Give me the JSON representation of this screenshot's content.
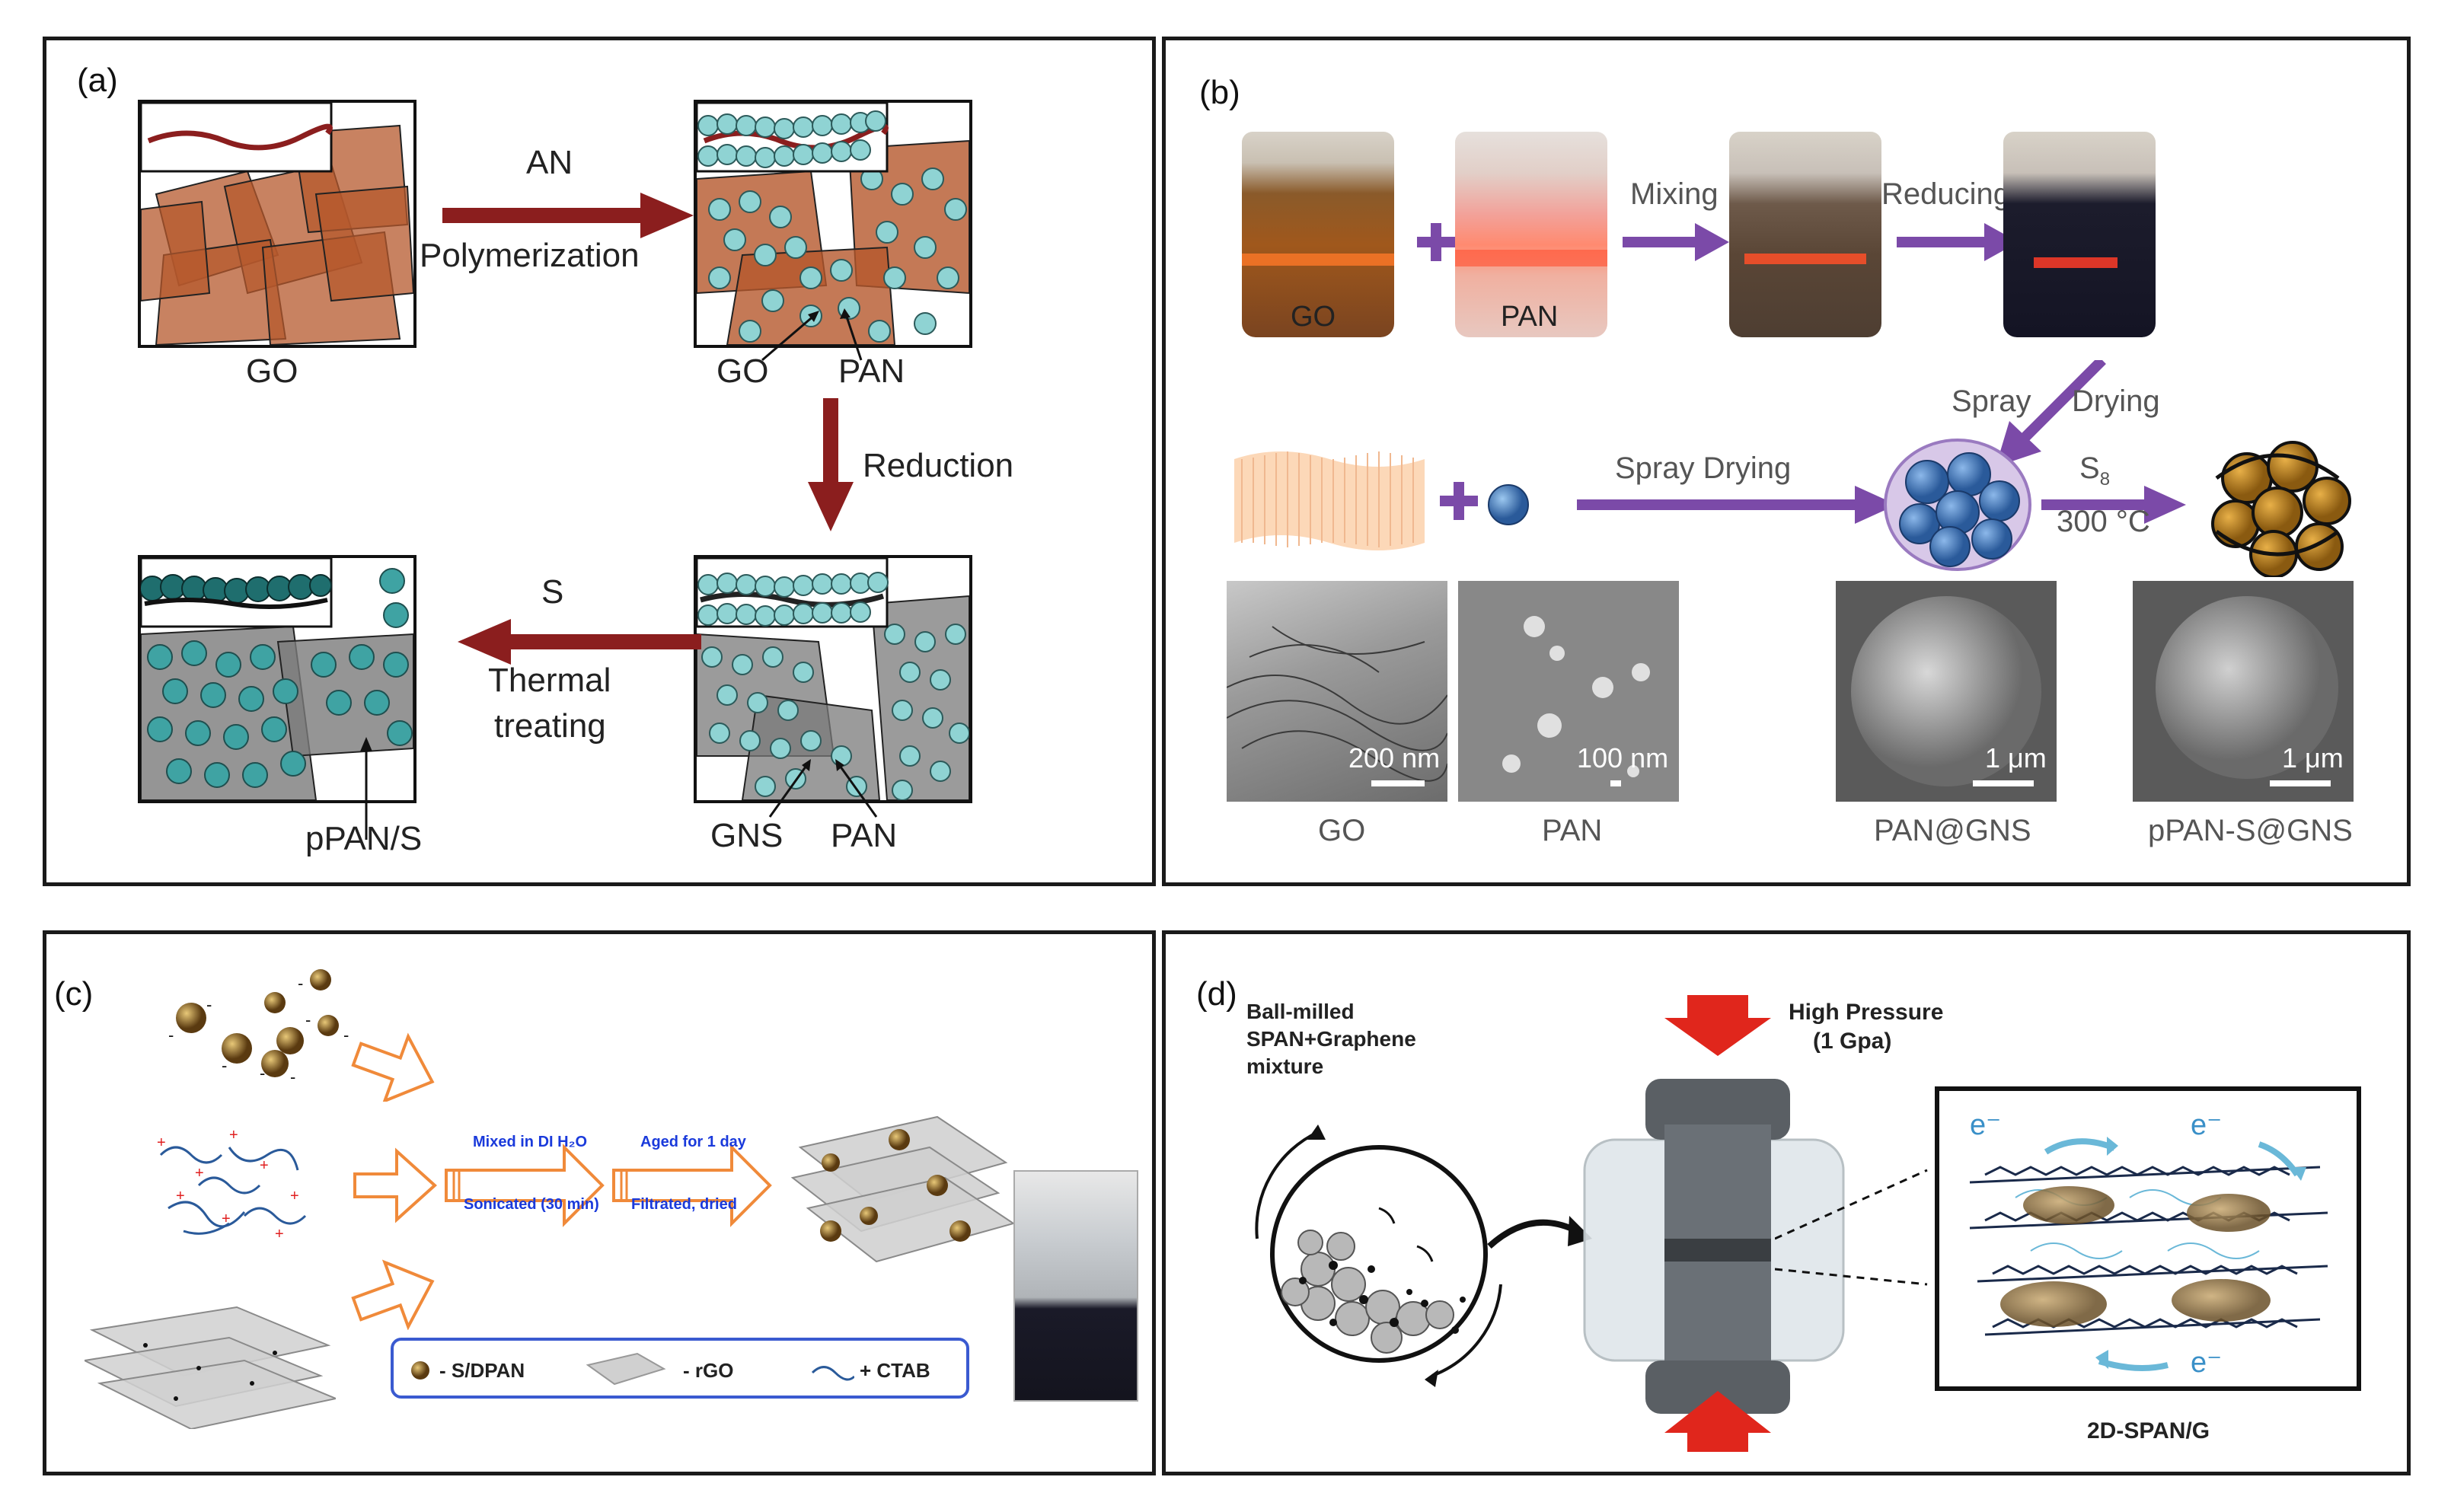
{
  "panel_a": {
    "label": "(a)",
    "arrow1_top": "AN",
    "arrow1_bottom": "Polymerization",
    "go_label": "GO",
    "box2_go": "GO",
    "box2_pan": "PAN",
    "arrow2": "Reduction",
    "box3_gns": "GNS",
    "box3_pan": "PAN",
    "arrow3_top": "S",
    "arrow3_mid": "Thermal",
    "arrow3_bottom": "treating",
    "box4_label": "pPAN/S"
  },
  "panel_b": {
    "label": "(b)",
    "vial1": "GO",
    "vial2": "PAN",
    "mixing": "Mixing",
    "reducing": "Reducing",
    "spray": "Spray",
    "drying": "Drying",
    "spray_drying": "Spray Drying",
    "s8": "S",
    "s8_sub": "8",
    "temp": "300 °C",
    "sem1_scale": "200 nm",
    "sem2_scale": "100 nm",
    "sem3_scale": "1 μm",
    "sem4_scale": "1 μm",
    "cap1": "GO",
    "cap2": "PAN",
    "cap3": "PAN@GNS",
    "cap4": "pPAN-S@GNS"
  },
  "panel_c": {
    "label": "(c)",
    "step1_top": "Mixed in DI H₂O",
    "step1_bottom": "Sonicated (30 min)",
    "step2_top": "Aged for 1 day",
    "step2_bottom": "Filtrated, dried",
    "legend_s": "- S/DPAN",
    "legend_rgo": "- rGO",
    "legend_ctab": "+ CTAB"
  },
  "panel_d": {
    "label": "(d)",
    "ball_milled": "Ball-milled",
    "span_graphene": "SPAN+Graphene",
    "mixture": "mixture",
    "high_pressure": "High Pressure",
    "pressure_value": "(1 Gpa)",
    "electron": "e⁻",
    "caption": "2D-SPAN/G"
  },
  "colors": {
    "go_brown": "#b5582c",
    "arrow_dark_red": "#8b1e1e",
    "teal_sphere": "#7ec9c9",
    "purple_arrow": "#7b4aa8",
    "orange_arrow": "#f08a3a",
    "red_arrow": "#e0261c"
  }
}
